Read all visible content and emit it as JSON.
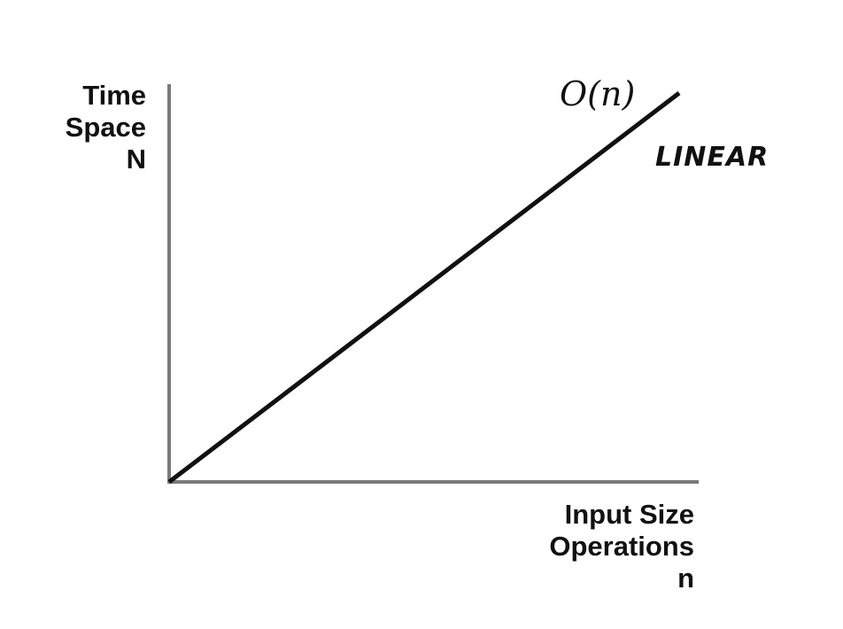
{
  "chart_data": {
    "type": "line",
    "title": "",
    "ylabel_lines": [
      "Time",
      "Space",
      "N"
    ],
    "xlabel_lines": [
      "Input Size",
      "Operations",
      "n"
    ],
    "annotations": {
      "complexity": "O(n)",
      "series_label": "LINEAR"
    },
    "xlim": [
      0,
      1
    ],
    "ylim": [
      0,
      1
    ],
    "grid": false,
    "legend": "none",
    "series": [
      {
        "name": "LINEAR",
        "x": [
          0,
          0.96
        ],
        "y": [
          0,
          1.0
        ],
        "color": "#111111"
      }
    ],
    "colors": {
      "axis": "#7a7a7a",
      "line": "#111111",
      "text": "#111111"
    }
  }
}
